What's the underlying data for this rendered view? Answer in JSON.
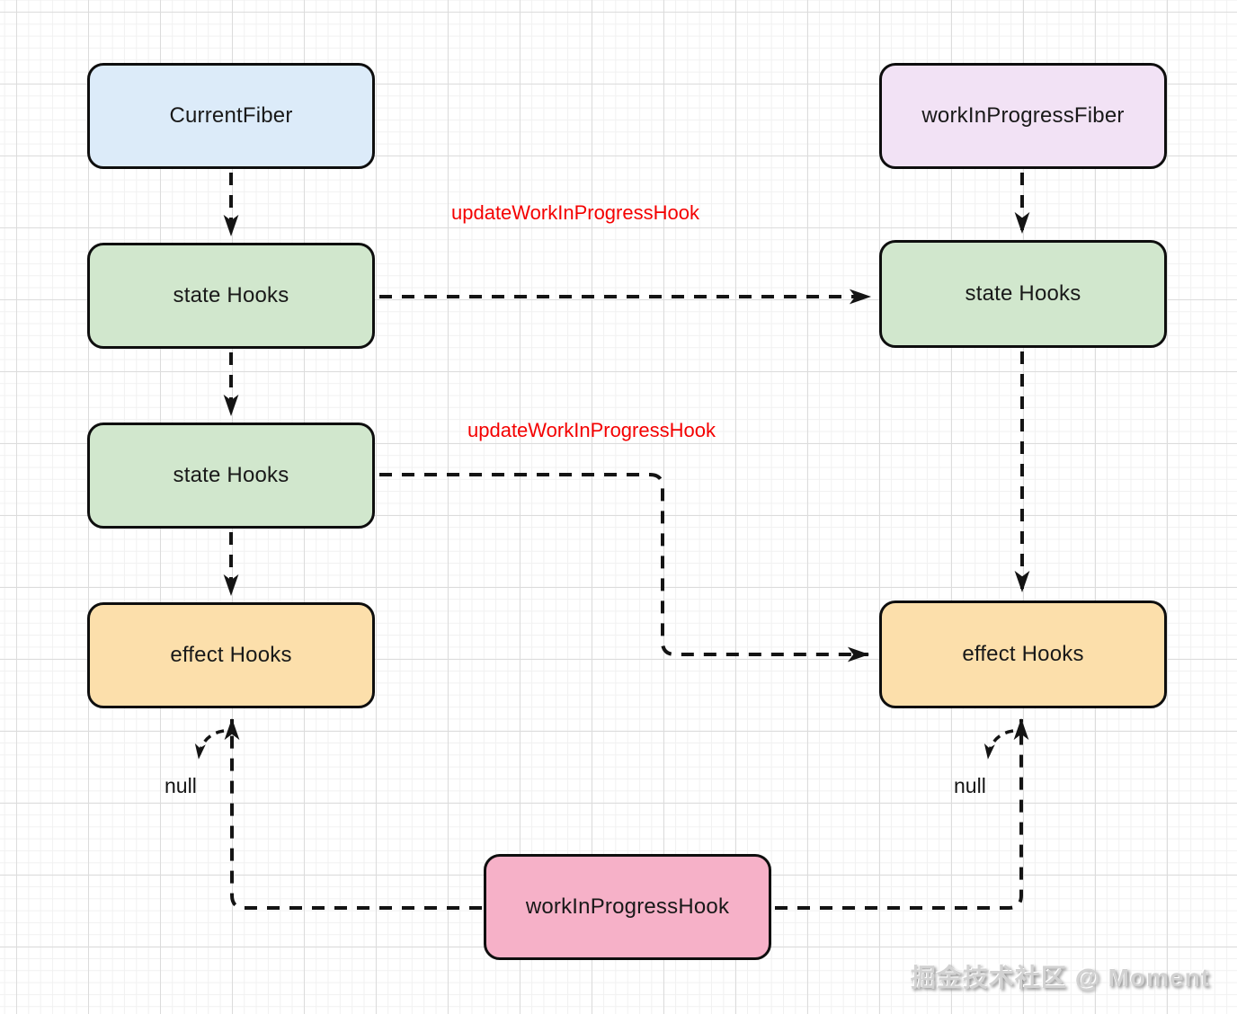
{
  "diagram": {
    "title": "React fiber hooks linked-list diagram",
    "nodes": {
      "current_fiber": {
        "label": "CurrentFiber",
        "fill": "#dcebf9"
      },
      "wip_fiber": {
        "label": "workInProgressFiber",
        "fill": "#f2e2f5"
      },
      "state_hooks_left_1": {
        "label": "state Hooks",
        "fill": "#d1e7cd"
      },
      "state_hooks_left_2": {
        "label": "state Hooks",
        "fill": "#d1e7cd"
      },
      "effect_hooks_left": {
        "label": "effect Hooks",
        "fill": "#fcdfab"
      },
      "state_hooks_right": {
        "label": "state Hooks",
        "fill": "#d1e7cd"
      },
      "effect_hooks_right": {
        "label": "effect Hooks",
        "fill": "#fcdfab"
      },
      "wip_hook": {
        "label": "workInProgressHook",
        "fill": "#f6b1c8"
      }
    },
    "edge_labels": {
      "update_hook_top": "updateWorkInProgressHook",
      "update_hook_mid": "updateWorkInProgressHook",
      "null_left": "null",
      "null_right": "null"
    },
    "colors": {
      "edge_label": "#f40000",
      "edge_stroke": "#141414",
      "node_border": "#0e0e0e"
    },
    "watermark": "掘金技术社区 @ Moment"
  }
}
